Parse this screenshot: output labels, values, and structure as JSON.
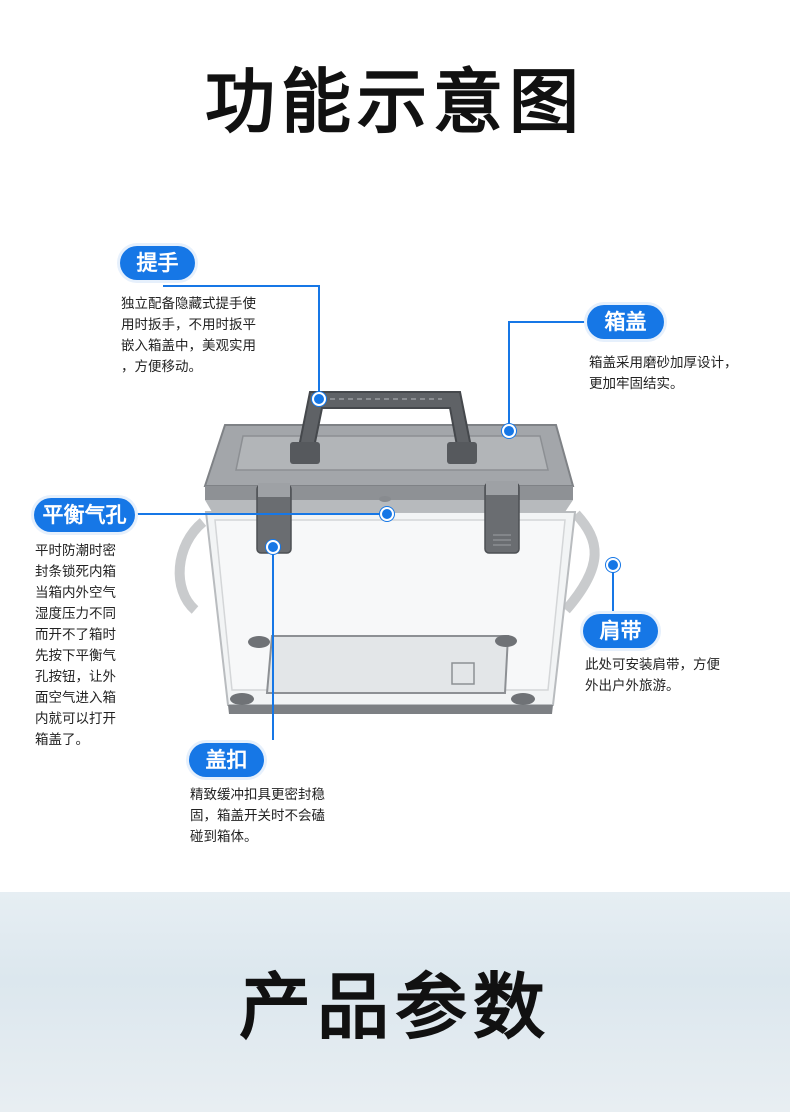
{
  "section_title": "功能示意图",
  "bottom_title": "产品参数",
  "callouts": {
    "handle": {
      "label": "提手",
      "desc": [
        "独立配备隐藏式提手使",
        "用时扳手，不用时扳平",
        "嵌入箱盖中，美观实用",
        "，方便移动。"
      ]
    },
    "lid": {
      "label": "箱盖",
      "desc": [
        "箱盖采用磨砂加厚设计，",
        "更加牢固结实。"
      ]
    },
    "vent": {
      "label": "平衡气孔",
      "desc": [
        "平时防潮时密",
        "封条锁死内箱",
        "当箱内外空气",
        "湿度压力不同",
        "而开不了箱时",
        "先按下平衡气",
        "孔按钮，让外",
        "面空气进入箱",
        "内就可以打开",
        "箱盖了。"
      ]
    },
    "strap": {
      "label": "肩带",
      "desc": [
        "此处可安装肩带，方便",
        "外出户外旅游。"
      ]
    },
    "buckle": {
      "label": "盖扣",
      "desc": [
        "精致缓冲扣具更密封稳",
        "固，箱盖开关时不会磕",
        "碰到箱体。"
      ]
    }
  },
  "colors": {
    "accent": "#1677e6",
    "lid": "#9a9da1",
    "handle": "#5f6266"
  }
}
